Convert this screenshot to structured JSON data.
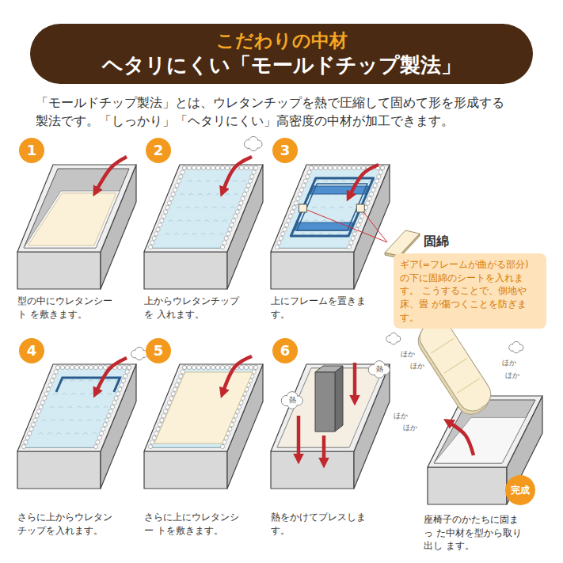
{
  "diagram": {
    "nodes": [
      {
        "text": [
          "こだわりの中材",
          "ヘタリにくい「モールドチップ製法」"
        ]
      },
      {
        "text": [
          "1"
        ]
      },
      {
        "text": [
          "2"
        ]
      },
      {
        "text": [
          "3"
        ]
      },
      {
        "text": [
          "ギア(=フレームが曲がる部分) の下に固綿のシートを入れます。 こうすることで、側地や床、畳 が傷つくことを防ぎます。"
        ]
      },
      {
        "text": [
          "4"
        ]
      },
      {
        "text": [
          "5"
        ]
      },
      {
        "text": [
          "6"
        ]
      },
      {
        "text": [
          "完成"
        ]
      }
    ],
    "labels": [
      "「モールドチップ製法」とは、ウレタンチップを熱で圧縮して固めて形を形成する 製法です。「しっかり」「ヘタリにくい」高密度の中材が加工できます。",
      "型の中にウレタンシート を敷きます。",
      "上からウレタンチップを 入れます。",
      "上にフレームを置きます。",
      "固綿",
      "さらに上からウレタン チップを入れます。",
      "さらに上にウレタンシー トを敷きます。",
      "熱をかけてプレスします。",
      "熱",
      "熱",
      "座椅子のかたちに固まっ た中材を型から取り出し ます。",
      "ほか",
      "ほか",
      "ほか",
      "ほか",
      "ほか",
      "ほか"
    ]
  }
}
